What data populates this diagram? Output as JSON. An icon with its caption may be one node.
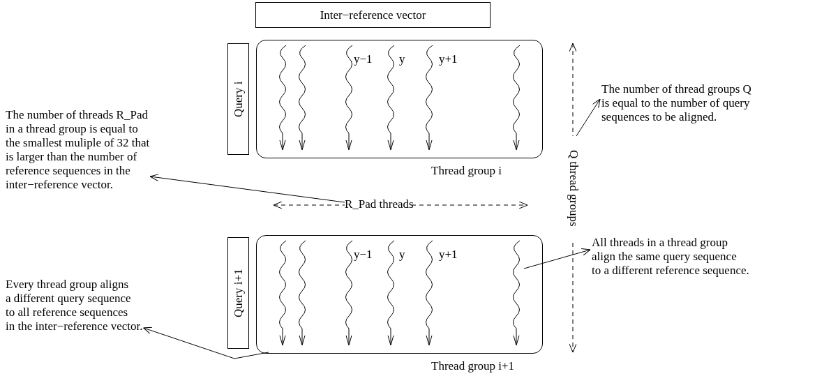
{
  "diagram": {
    "nodes": [
      {
        "text": [
          "Inter−reference vector"
        ]
      },
      {
        "text": [
          "Query i"
        ]
      },
      {
        "text": [
          "Thread group i"
        ]
      },
      {
        "text": [
          "The number of thread groups Q is equal to the number of query sequences to be aligned."
        ]
      },
      {
        "text": [
          "The number of threads R_Pad in a thread group is equal to the smallest muliple of 32 that is larger than the number of reference sequences in the inter−reference vector."
        ]
      },
      {
        "text": [
          "R_Pad threads"
        ]
      },
      {
        "text": [
          "Q thread groups"
        ]
      },
      {
        "text": [
          "All threads in a thread group align the same query sequence to a different reference sequence."
        ]
      },
      {
        "text": [
          "Query i+1"
        ]
      },
      {
        "text": [
          "Thread group i+1"
        ]
      },
      {
        "text": [],
        "shape": "wave",
        "in": 9
      },
      {
        "text": [
          "Every thread group aligns a different query sequence to all reference sequences in the inter−reference vector."
        ]
      }
    ],
    "edges": [
      {
        "from": 6,
        "to": 3,
        "arrow": "to"
      },
      {
        "from": 5,
        "to": 4,
        "arrow": "to"
      },
      {
        "from": 10,
        "to": 7,
        "arrow": "to"
      },
      {
        "from": 9,
        "to": 11,
        "arrow": "to"
      }
    ],
    "labels": [
      "y−1",
      "y",
      "y+1",
      "y−1",
      "y",
      "y+1"
    ]
  }
}
